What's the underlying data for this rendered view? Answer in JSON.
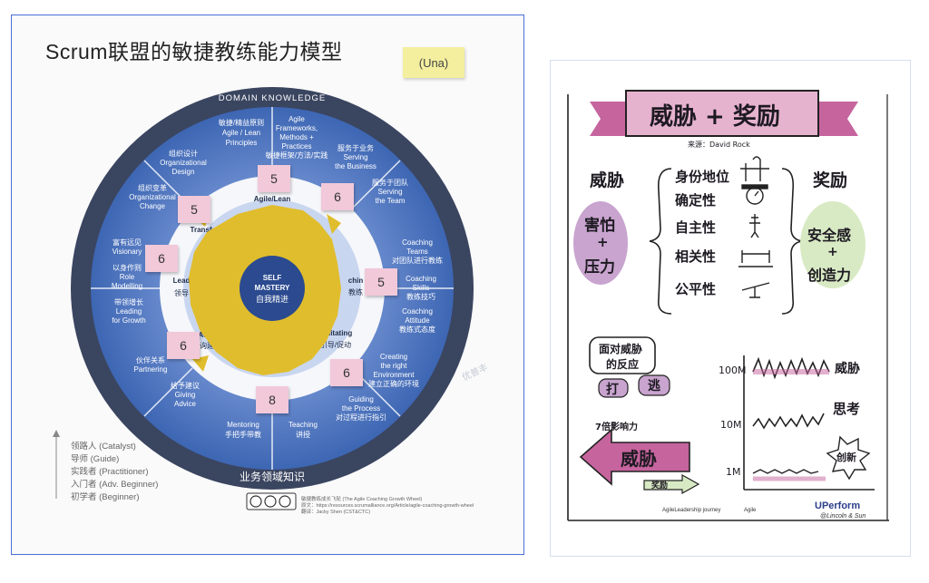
{
  "left": {
    "title": "Scrum联盟的敏捷教练能力模型",
    "tag": "(Una)",
    "ring_top": "DOMAIN KNOWLEDGE",
    "ring_bottom": "业务领域知识",
    "center": {
      "l1": "SELF",
      "l2": "MASTERY",
      "l3": "自我精进"
    },
    "segments": [
      {
        "l1": "敏捷/精益原则",
        "l2": "Agile / Lean",
        "l3": "Principles"
      },
      {
        "l1": "Agile",
        "l2": "Frameworks,",
        "l3": "Methods +",
        "l4": "Practices",
        "l5": "敏捷框架/方法/实践"
      },
      {
        "l1": "服务于业务",
        "l2": "Serving",
        "l3": "the Business"
      },
      {
        "l1": "服务于团队",
        "l2": "Serving",
        "l3": "the Team"
      },
      {
        "l1": "Coaching",
        "l2": "Teams",
        "l3": "对团队进行教练"
      },
      {
        "l1": "Coaching",
        "l2": "Skills",
        "l3": "教练技巧"
      },
      {
        "l1": "Coaching",
        "l2": "Attitude",
        "l3": "教练式态度"
      },
      {
        "l1": "Creating",
        "l2": "the right",
        "l3": "Environment",
        "l4": "建立正确的环境"
      },
      {
        "l1": "Guiding",
        "l2": "the Process",
        "l3": "对过程进行指引"
      },
      {
        "l1": "Teaching",
        "l2": "讲授"
      },
      {
        "l1": "Mentoring",
        "l2": "手把手带教"
      },
      {
        "l1": "给予建议",
        "l2": "Giving",
        "l3": "Advice"
      },
      {
        "l1": "伙伴关系",
        "l2": "Partnering"
      },
      {
        "l1": "带领增长",
        "l2": "Leading",
        "l3": "for Growth"
      },
      {
        "l1": "以身作则",
        "l2": "Role",
        "l3": "Modelling"
      },
      {
        "l1": "富有远见",
        "l2": "Visionary"
      },
      {
        "l1": "组织变革",
        "l2": "Organizational",
        "l3": "Change"
      },
      {
        "l1": "组织设计",
        "l2": "Organizational",
        "l3": "Design"
      }
    ],
    "inner": {
      "agile_lean": "Agile/Lean",
      "transf": "Transfo",
      "lead": "Lead",
      "lead_cn": "领导",
      "adv": "Adv",
      "adv_cn": "咨询建议",
      "coach": "chin",
      "coach_cn": "教练",
      "facil": "ilitating",
      "facil_cn": "引导/促动"
    },
    "notes": [
      "5",
      "6",
      "5",
      "6",
      "5",
      "6",
      "6",
      "8"
    ],
    "levels": [
      "领路人 (Catalyst)",
      "导师   (Guide)",
      "实践者 (Practitioner)",
      "入门者 (Adv. Beginner)",
      "初学者 (Beginner)"
    ],
    "credits": {
      "l1": "敏捷教练成长飞轮 (The Agile Coaching Growth Wheel)",
      "l2": "原文：https://resources.scrumalliance.org/Article/agile-coaching-growth-wheel",
      "l3": "翻译：Jacky Shen (CST&CTC)"
    },
    "watermark": "优普丰"
  },
  "right": {
    "banner": "威胁 + 奖励",
    "author": "来源：David Rock",
    "threat": "威胁",
    "reward": "奖励",
    "fear1": "害怕",
    "fear_plus": "+",
    "fear2": "压力",
    "scarf": [
      "身份地位",
      "确定性",
      "自主性",
      "相关性",
      "公平性"
    ],
    "safe1": "安全感",
    "safe_plus": "+",
    "safe2": "创造力",
    "reaction1": "面对威胁",
    "reaction2": "的反应",
    "fight": "打",
    "flee": "逃",
    "cause": "7倍影响力",
    "arrow_big": "威胁",
    "arrow_small": "奖励",
    "y_labels": [
      "100M",
      "10M",
      "1M"
    ],
    "series_labels": [
      "威胁",
      "思考",
      "创新"
    ],
    "footer_logos": [
      "AgileLeadership journey",
      "Agile",
      "UPerform"
    ],
    "signature": "@Lincoln & Sun"
  }
}
